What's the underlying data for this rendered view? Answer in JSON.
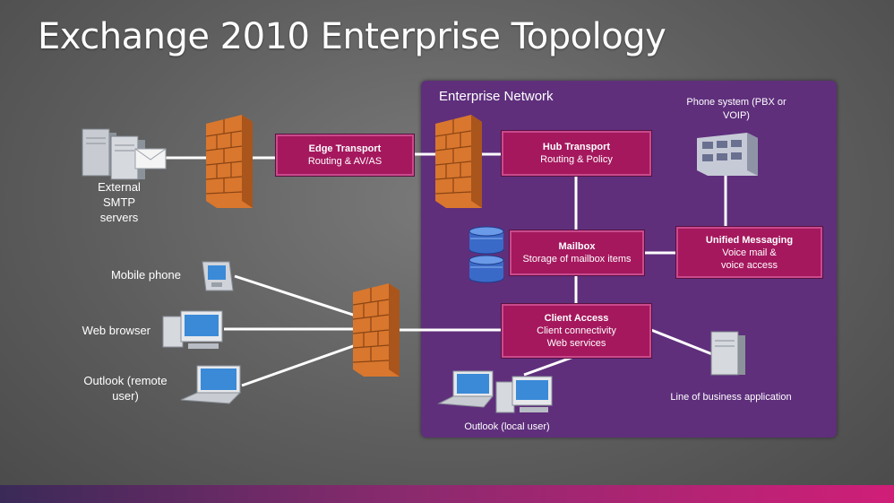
{
  "title": "Exchange 2010 Enterprise Topology",
  "enterprise_network": {
    "label": "Enterprise Network"
  },
  "roles": {
    "edge_transport": {
      "name": "Edge Transport",
      "desc": "Routing & AV/AS"
    },
    "hub_transport": {
      "name": "Hub Transport",
      "desc": "Routing & Policy"
    },
    "mailbox": {
      "name": "Mailbox",
      "desc": "Storage of mailbox items"
    },
    "unified_messaging": {
      "name": "Unified Messaging",
      "desc1": "Voice mail &",
      "desc2": "voice access"
    },
    "client_access": {
      "name": "Client Access",
      "desc1": "Client connectivity",
      "desc2": "Web services"
    }
  },
  "labels": {
    "external_smtp": [
      "External",
      "SMTP",
      "servers"
    ],
    "phone_system": [
      "Phone system (PBX or",
      "VOIP)"
    ],
    "mobile_phone": "Mobile phone",
    "web_browser": "Web browser",
    "outlook_remote": [
      "Outlook (remote",
      "user)"
    ],
    "outlook_local": "Outlook (local user)",
    "line_of_business": "Line of business application"
  },
  "colors": {
    "enterprise_bg": "#5f2f7c",
    "role_box": "#a5185e",
    "firewall": "#d9772e",
    "background": "#5e5e5e"
  }
}
